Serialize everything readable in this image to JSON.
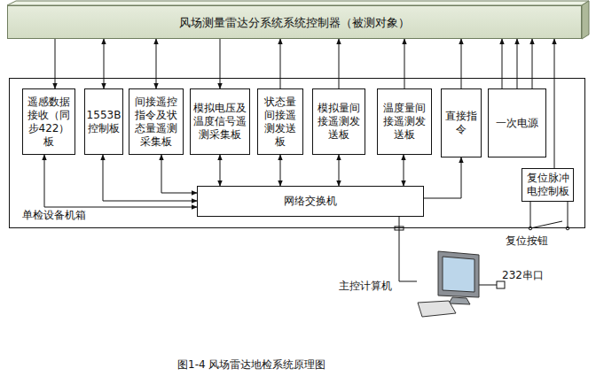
{
  "diagram": {
    "caption": "图1-4   风场雷达地检系统原理图",
    "nodes": [
      {
        "text": [
          "风场测量雷达分系统系统控制器（被测对象）"
        ]
      },
      {
        "text": [
          "单检设备机箱"
        ]
      },
      {
        "text": [
          "遥感数据接收（同步422）板"
        ],
        "in": 1
      },
      {
        "text": [
          "1553B控制板"
        ],
        "in": 1
      },
      {
        "text": [
          "间接遥控指令及状态量遥测采集板"
        ],
        "in": 1
      },
      {
        "text": [
          "模拟电压及温度信号遥测采集板"
        ],
        "in": 1
      },
      {
        "text": [
          "状态量间接遥测发送板"
        ],
        "in": 1
      },
      {
        "text": [
          "模拟量间接遥测发送板"
        ],
        "in": 1
      },
      {
        "text": [
          "温度量间接遥测发送板"
        ],
        "in": 1
      },
      {
        "text": [
          "直接指令"
        ],
        "in": 1
      },
      {
        "text": [
          "一次电源"
        ],
        "in": 1
      },
      {
        "text": [
          "网络交换机"
        ],
        "in": 1
      },
      {
        "text": [
          "复位脉冲电控制板"
        ],
        "in": 1
      },
      {
        "text": [
          "主控计算机"
        ]
      }
    ],
    "edges": [
      {
        "from": 0,
        "to": 2,
        "arrow": "to"
      },
      {
        "from": 3,
        "to": 0,
        "arrow": "both"
      },
      {
        "from": 4,
        "to": 0,
        "arrow": "both"
      },
      {
        "from": 0,
        "to": 5,
        "arrow": "to"
      },
      {
        "from": 6,
        "to": 0,
        "arrow": "to"
      },
      {
        "from": 7,
        "to": 0,
        "arrow": "to"
      },
      {
        "from": 8,
        "to": 0,
        "arrow": "to"
      },
      {
        "from": 9,
        "to": 0,
        "arrow": "to"
      },
      {
        "from": 10,
        "to": 0,
        "arrow": "to"
      },
      {
        "from": 10,
        "to": 0,
        "arrow": "to"
      },
      {
        "from": 10,
        "to": 0,
        "arrow": "to"
      },
      {
        "from": 12,
        "to": 0,
        "arrow": "to"
      },
      {
        "from": 2,
        "to": 11,
        "arrow": "both"
      },
      {
        "from": 3,
        "to": 11,
        "arrow": "both"
      },
      {
        "from": 4,
        "to": 11,
        "arrow": "both"
      },
      {
        "from": 5,
        "to": 11,
        "arrow": "both"
      },
      {
        "from": 6,
        "to": 11,
        "arrow": "both"
      },
      {
        "from": 7,
        "to": 11,
        "arrow": "both"
      },
      {
        "from": 8,
        "to": 11,
        "arrow": "both"
      },
      {
        "from": 11,
        "to": 9,
        "arrow": "to"
      },
      {
        "from": 11,
        "to": 13,
        "arrow": "none"
      }
    ],
    "labels": [
      "232串口",
      "复位按钮"
    ]
  }
}
